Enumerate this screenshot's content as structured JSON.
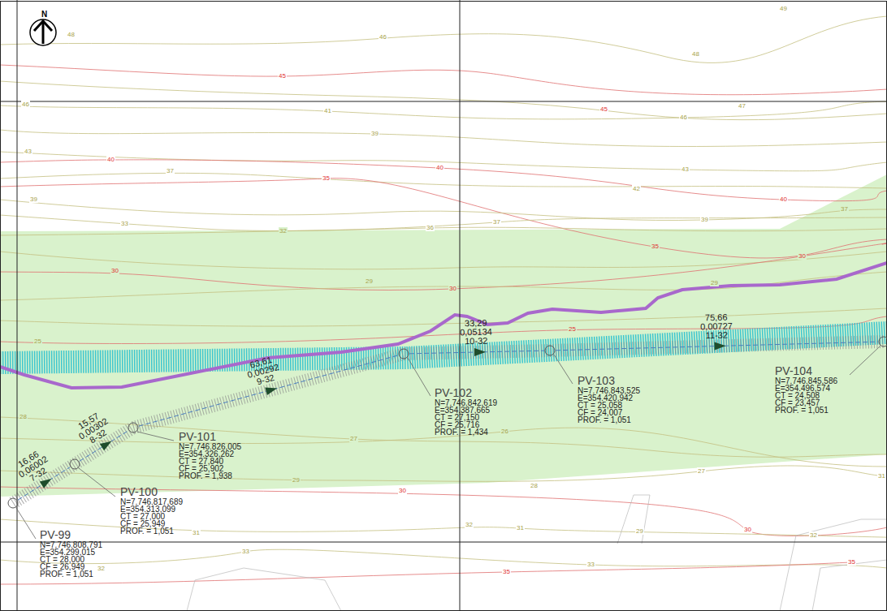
{
  "diagram": {
    "nodes": [
      {
        "text": [
          "PV-99",
          "N=7.746.808,791",
          "E=354.299,015",
          "CT = 28,000",
          "CF = 26,949",
          "PROF. = 1,051"
        ]
      },
      {
        "text": [
          "PV-100",
          "N=7.746.817,689",
          "E=354.313,099",
          "CT = 27,000",
          "CF = 25,949",
          "PROF. = 1,051"
        ]
      },
      {
        "text": [
          "PV-101",
          "N=7.746.826,005",
          "E=354.326,262",
          "CT = 27,840",
          "CF = 25,902",
          "PROF. = 1,938"
        ]
      },
      {
        "text": [
          "PV-102",
          "N=7.746.842,619",
          "E=354.387,665",
          "CT = 27,150",
          "CF = 25,716",
          "PROF. = 1,434"
        ]
      },
      {
        "text": [
          "PV-103",
          "N=7.746.843,525",
          "E=354.420,942",
          "CT = 25,058",
          "CF = 24,007",
          "PROF. = 1,051"
        ]
      },
      {
        "text": [
          "PV-104",
          "N=7.746.845,586",
          "E=354.496,574",
          "CT = 24,508",
          "CF = 23,457",
          "PROF. = 1,051"
        ]
      }
    ],
    "edges": [
      {
        "from": 0,
        "to": 1,
        "arrow": "to",
        "label": "16,66 0,06002 7-32"
      },
      {
        "from": 1,
        "to": 2,
        "arrow": "to",
        "label": "15,57 0,00302 8-32"
      },
      {
        "from": 2,
        "to": 3,
        "arrow": "to",
        "label": "63,61 0,00292 9-32"
      },
      {
        "from": 3,
        "to": 4,
        "arrow": "to",
        "label": "33,29 0,05134 10-32"
      },
      {
        "from": 4,
        "to": 5,
        "arrow": "to",
        "label": "75,66 0,00727 11-32"
      }
    ],
    "labels": [
      "N",
      "48",
      "46",
      "49",
      "48",
      "45",
      "46",
      "41",
      "45",
      "46",
      "47",
      "43",
      "39",
      "40",
      "37",
      "35",
      "40",
      "43",
      "42",
      "39",
      "33",
      "32",
      "36",
      "37",
      "39",
      "40",
      "37",
      "35",
      "30",
      "30",
      "29",
      "30",
      "29",
      "25",
      "25",
      "28",
      "27",
      "26",
      "29",
      "30",
      "28",
      "27",
      "31",
      "32",
      "31",
      "29",
      "30",
      "32",
      "31",
      "33",
      "32",
      "33",
      "35",
      "35"
    ]
  }
}
